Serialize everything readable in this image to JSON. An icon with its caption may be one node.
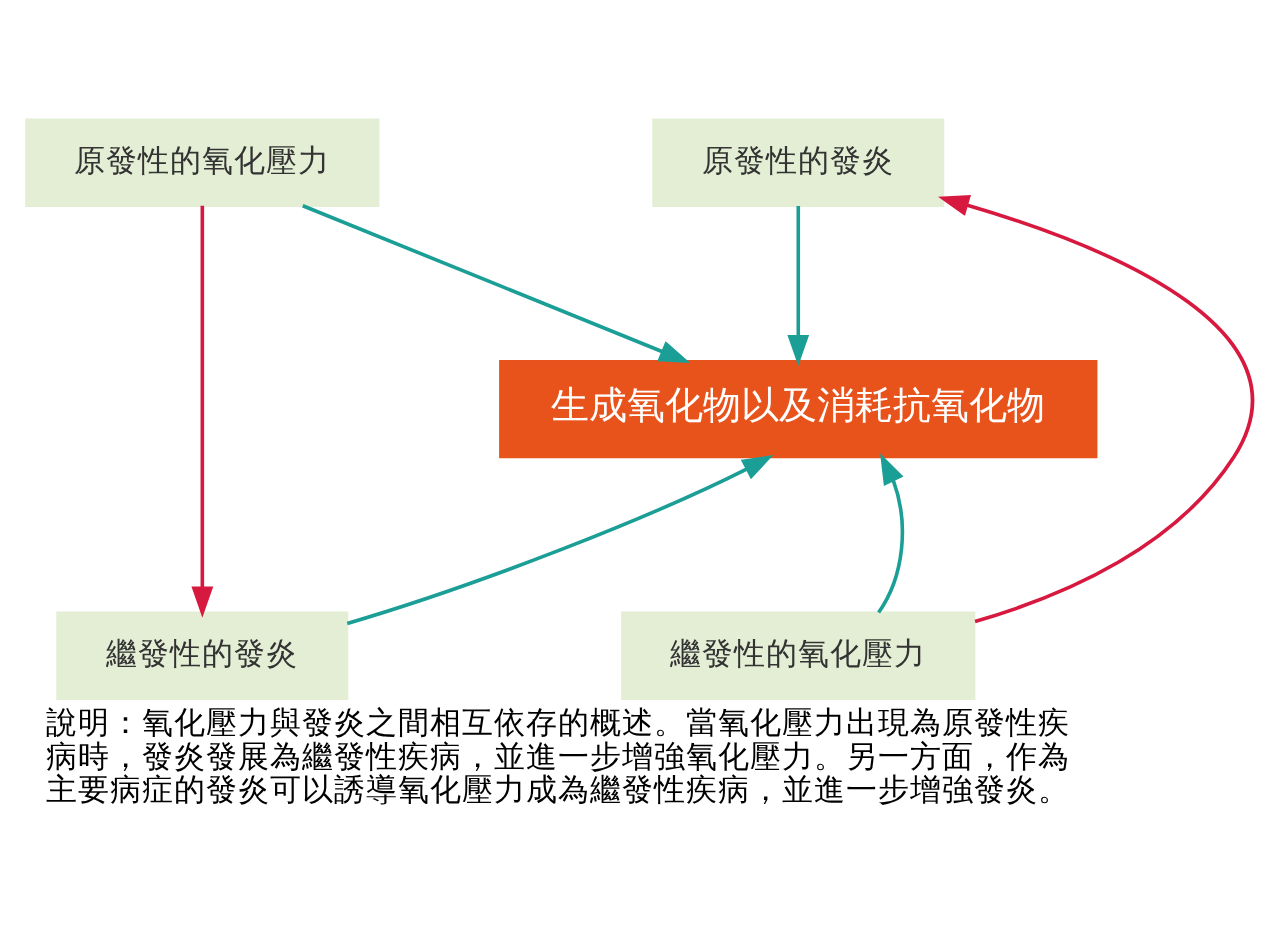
{
  "diagram": {
    "caption": "說明：氧化壓力與發炎之間相互依存的概述。當氧化壓力出現為原發性疾病時，發炎發展為繼發性疾病，並進一步增強氧化壓力。另一方面，作為主要病症的發炎可以誘導氧化壓力成為繼發性疾病，並進一步增強發炎。",
    "nodes": [
      {
        "text": [
          "原發性的氧化壓力"
        ]
      },
      {
        "text": [
          "原發性的發炎"
        ]
      },
      {
        "text": [
          "生成氧化物以及消耗抗氧化物"
        ]
      },
      {
        "text": [
          "繼發性的發炎"
        ]
      },
      {
        "text": [
          "繼發性的氧化壓力"
        ]
      }
    ],
    "edges": [
      {
        "from": 0,
        "to": 2,
        "arrow": "to"
      },
      {
        "from": 1,
        "to": 2,
        "arrow": "to"
      },
      {
        "from": 3,
        "to": 2,
        "arrow": "to"
      },
      {
        "from": 4,
        "to": 2,
        "arrow": "to"
      },
      {
        "from": 0,
        "to": 3,
        "arrow": "to",
        "color": "#d7193f"
      },
      {
        "from": 4,
        "to": 1,
        "arrow": "to",
        "color": "#d7193f"
      }
    ]
  }
}
